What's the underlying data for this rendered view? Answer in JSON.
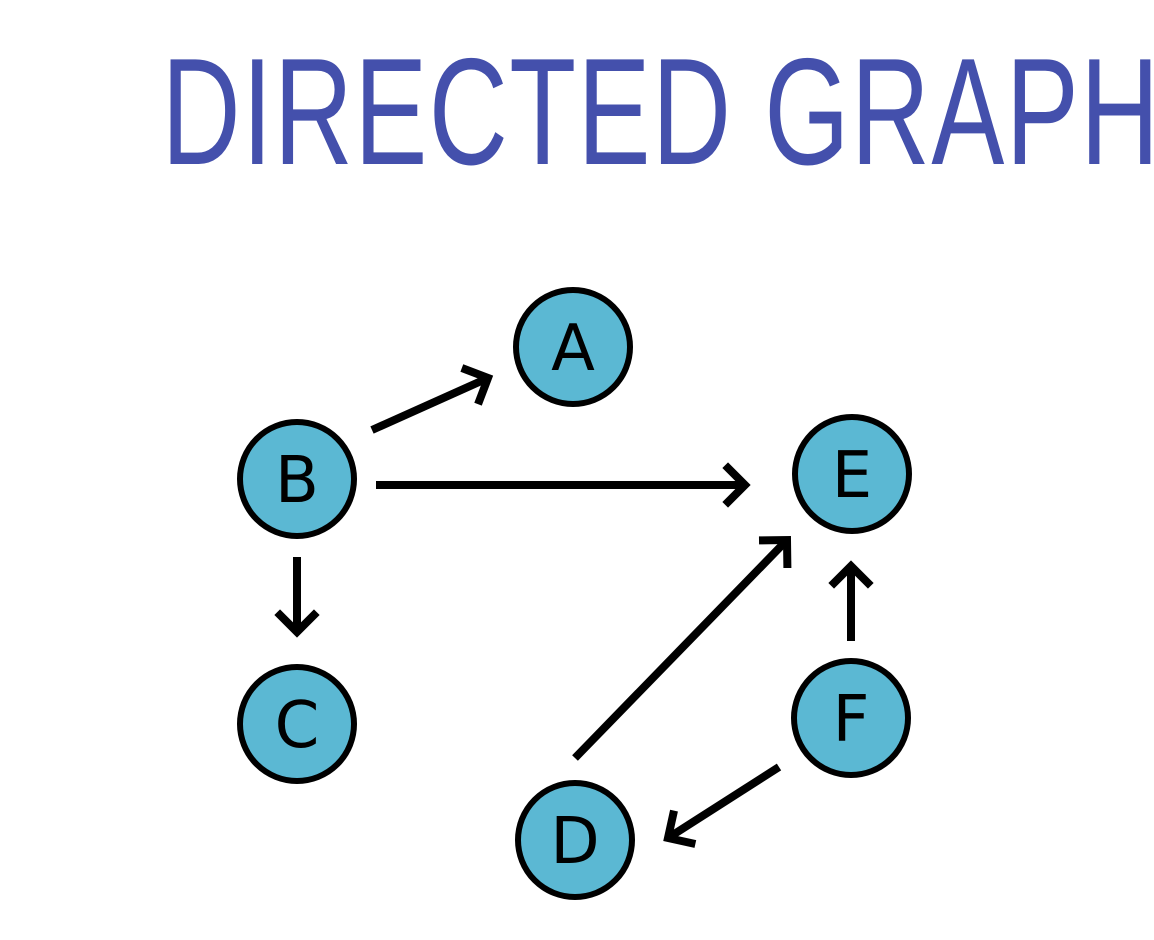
{
  "title": "DIRECTED GRAPH",
  "colors": {
    "title": "#4450ac",
    "node_fill": "#5bb8d3",
    "node_stroke": "#000000",
    "edge": "#000000"
  },
  "nodes": [
    {
      "id": "A",
      "label": "A"
    },
    {
      "id": "B",
      "label": "B"
    },
    {
      "id": "C",
      "label": "C"
    },
    {
      "id": "D",
      "label": "D"
    },
    {
      "id": "E",
      "label": "E"
    },
    {
      "id": "F",
      "label": "F"
    }
  ],
  "edges": [
    {
      "from": "B",
      "to": "A"
    },
    {
      "from": "B",
      "to": "E"
    },
    {
      "from": "B",
      "to": "C"
    },
    {
      "from": "D",
      "to": "E"
    },
    {
      "from": "F",
      "to": "E"
    },
    {
      "from": "F",
      "to": "D"
    }
  ]
}
